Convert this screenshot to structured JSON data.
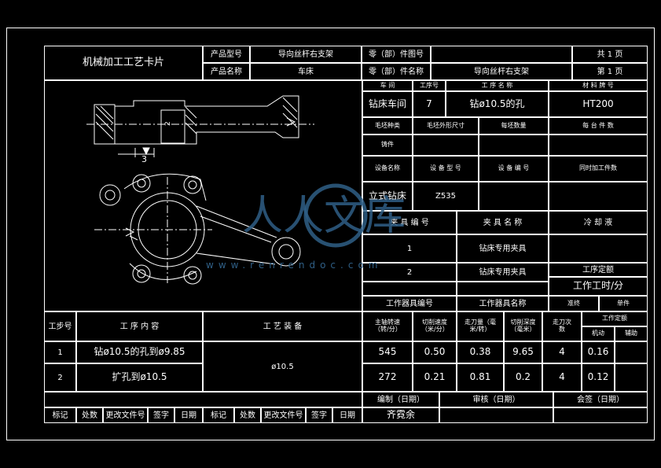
{
  "card_title": "机械加工工艺卡片",
  "header": {
    "product_model_label": "产品型号",
    "product_model_value": "导向丝杆右支架",
    "part_drawing_no_label": "零（部）件图号",
    "total_pages_label": "共 1 页",
    "product_name_label": "产品名称",
    "product_name_value": "车床",
    "part_name_label": "零（部）件名称",
    "part_name_value": "导向丝杆右支架",
    "page_no_label": "第 1 页"
  },
  "info": {
    "workshop_label": "车 间",
    "process_no_label": "工序号",
    "process_name_label": "工 序 名 称",
    "material_label": "材 料 牌 号",
    "workshop_value": "钻床车间",
    "process_no_value": "7",
    "process_name_value": "钻ø10.5的孔",
    "material_value": "HT200",
    "blank_type_label": "毛坯种类",
    "blank_size_label": "毛坯外形尺寸",
    "blank_count_label": "每坯数量",
    "per_unit_label": "每 台 件 数",
    "blank_type_value": "铸件",
    "equip_name_label": "设备名称",
    "equip_model_label": "设 备 型 号",
    "equip_no_label": "设 备 编 号",
    "simul_parts_label": "同时加工件数",
    "equip_name_value": "立式钻床",
    "equip_model_value": "Z535",
    "fixture_no_label": "夹 具 编 号",
    "fixture_name_label": "夹 具 名 称",
    "coolant_label": "冷 却 液",
    "fixture_rows": [
      {
        "no": "1",
        "name": "钻床专用夹具"
      },
      {
        "no": "2",
        "name": "钻床专用夹具"
      }
    ],
    "time_quota_label": "工序定额",
    "work_hours_label": "工作工时/分",
    "tool_no_label": "工作器具编号",
    "tool_name_label": "工作器具名称",
    "prep_label": "准终",
    "unit_label": "单件"
  },
  "ops_header": {
    "step_label": "工步号",
    "content_label": "工 序 内 容",
    "equipment_label": "工 艺 装 备",
    "spindle_label": "主轴转速（转/分）",
    "cut_speed_label": "切削速度（米/分）",
    "feed_label": "走刀量（毫米/转）",
    "depth_label": "切削深度（毫米）",
    "passes_label": "走刀次数",
    "quota_label": "工作定额",
    "machine_label": "机动",
    "aux_label": "辅助"
  },
  "ops_rows": [
    {
      "step": "1",
      "content": "钻ø10.5的孔到ø9.85",
      "spindle": "545",
      "speed": "0.50",
      "feed": "0.38",
      "depth": "9.65",
      "passes": "4",
      "machine": "0.16"
    },
    {
      "step": "2",
      "content": "扩孔到ø10.5",
      "spindle": "272",
      "speed": "0.21",
      "feed": "0.81",
      "depth": "0.2",
      "passes": "4",
      "machine": "0.12"
    }
  ],
  "equipment_value": "ø10.5",
  "drawing": {
    "dim_label": "3",
    "dim_label_side": "2"
  },
  "footer": {
    "compiled_label": "编制（日期）",
    "reviewed_label": "审核（日期）",
    "countersign_label": "会签（日期）",
    "mark_label": "标记",
    "count_label": "处数",
    "change_doc_label": "更改文件号",
    "sign_label": "签字",
    "date_label": "日期",
    "compiler_name": "齐霓余"
  },
  "watermark": {
    "text": "人人文库",
    "url": "www.renrendoc.com"
  }
}
